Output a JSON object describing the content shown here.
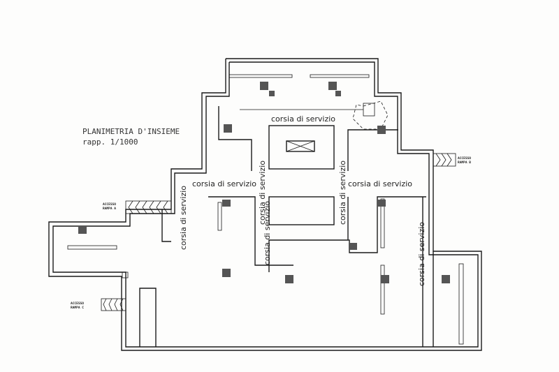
{
  "title": {
    "line1": "PLANIMETRIA D'INSIEME",
    "line2": "rapp. 1/1000"
  },
  "corridor_label": "corsia di servizio",
  "corridors": [
    {
      "id": "top",
      "text": "corsia di servizio"
    },
    {
      "id": "left-h",
      "text": "corsia di servizio"
    },
    {
      "id": "right-h",
      "text": "corsia di servizio"
    },
    {
      "id": "left-v",
      "text": "corsia di servizio"
    },
    {
      "id": "center-left-v",
      "text": "corsia di servizio"
    },
    {
      "id": "center-right-v",
      "text": "corsia di servizio"
    },
    {
      "id": "right-v",
      "text": "corsia di servizio"
    },
    {
      "id": "far-right-v",
      "text": "corsia di servizio"
    }
  ],
  "accesses": [
    {
      "line1": "ACCESSO",
      "line2": "RAMPA A"
    },
    {
      "line1": "ACCESSO",
      "line2": "RAMPA B"
    },
    {
      "line1": "ACCESSO",
      "line2": "RAMPA C"
    }
  ]
}
